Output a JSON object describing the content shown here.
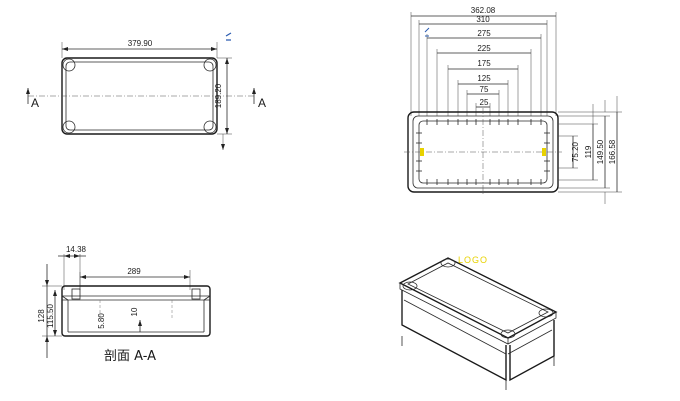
{
  "drawing": {
    "top_view": {
      "width_dim": "379.90",
      "height_dim": "189.20",
      "section_marker": "A"
    },
    "plan_view": {
      "horizontal_dims": [
        "362.08",
        "310",
        "275",
        "225",
        "175",
        "125",
        "75",
        "25"
      ],
      "vertical_dims": [
        "75.20",
        "119",
        "149.50",
        "166.58"
      ]
    },
    "section_view": {
      "dims": [
        "14.38",
        "289",
        "128",
        "115.50",
        "5.80",
        "10"
      ],
      "caption": "剖面 A-A"
    },
    "iso_view": {
      "label": "LOGO",
      "label_color": "#e8d200"
    }
  }
}
